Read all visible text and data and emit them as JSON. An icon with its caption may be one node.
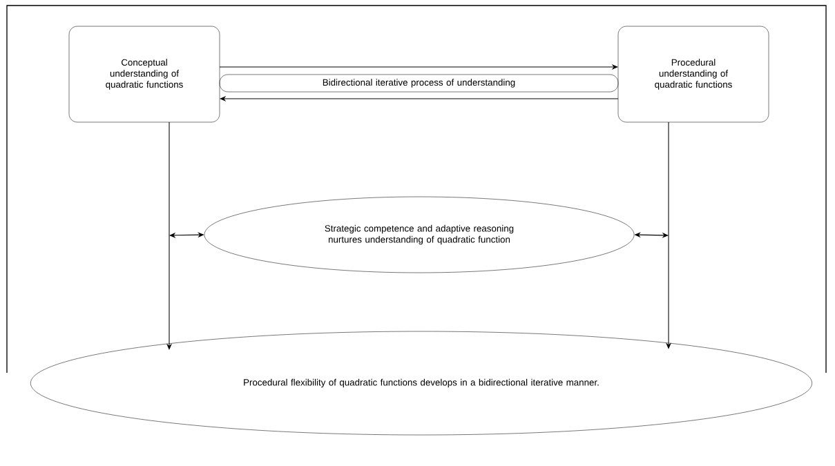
{
  "diagram": {
    "nodes": [
      {
        "text": [
          "Conceptual understanding of quadratic functions"
        ]
      },
      {
        "text": [
          "Procedural understanding of quadratic functions"
        ]
      },
      {
        "text": [
          "Bidirectional iterative process of understanding"
        ]
      },
      {
        "text": [
          "Strategic competence and adaptive reasoning nurtures understanding of quadratic function"
        ]
      },
      {
        "text": [
          "Procedural flexibility of quadratic functions develops in a bidirectional iterative manner."
        ]
      }
    ],
    "edges": [
      {
        "from": 0,
        "to": 1,
        "arrow": "to"
      },
      {
        "from": 1,
        "to": 0,
        "arrow": "to"
      },
      {
        "from": 0,
        "to": 4,
        "arrow": "to"
      },
      {
        "from": 1,
        "to": 4,
        "arrow": "to"
      },
      {
        "from": null,
        "to": 3,
        "arrow": "both"
      },
      {
        "from": null,
        "to": 3,
        "arrow": "both"
      }
    ]
  }
}
